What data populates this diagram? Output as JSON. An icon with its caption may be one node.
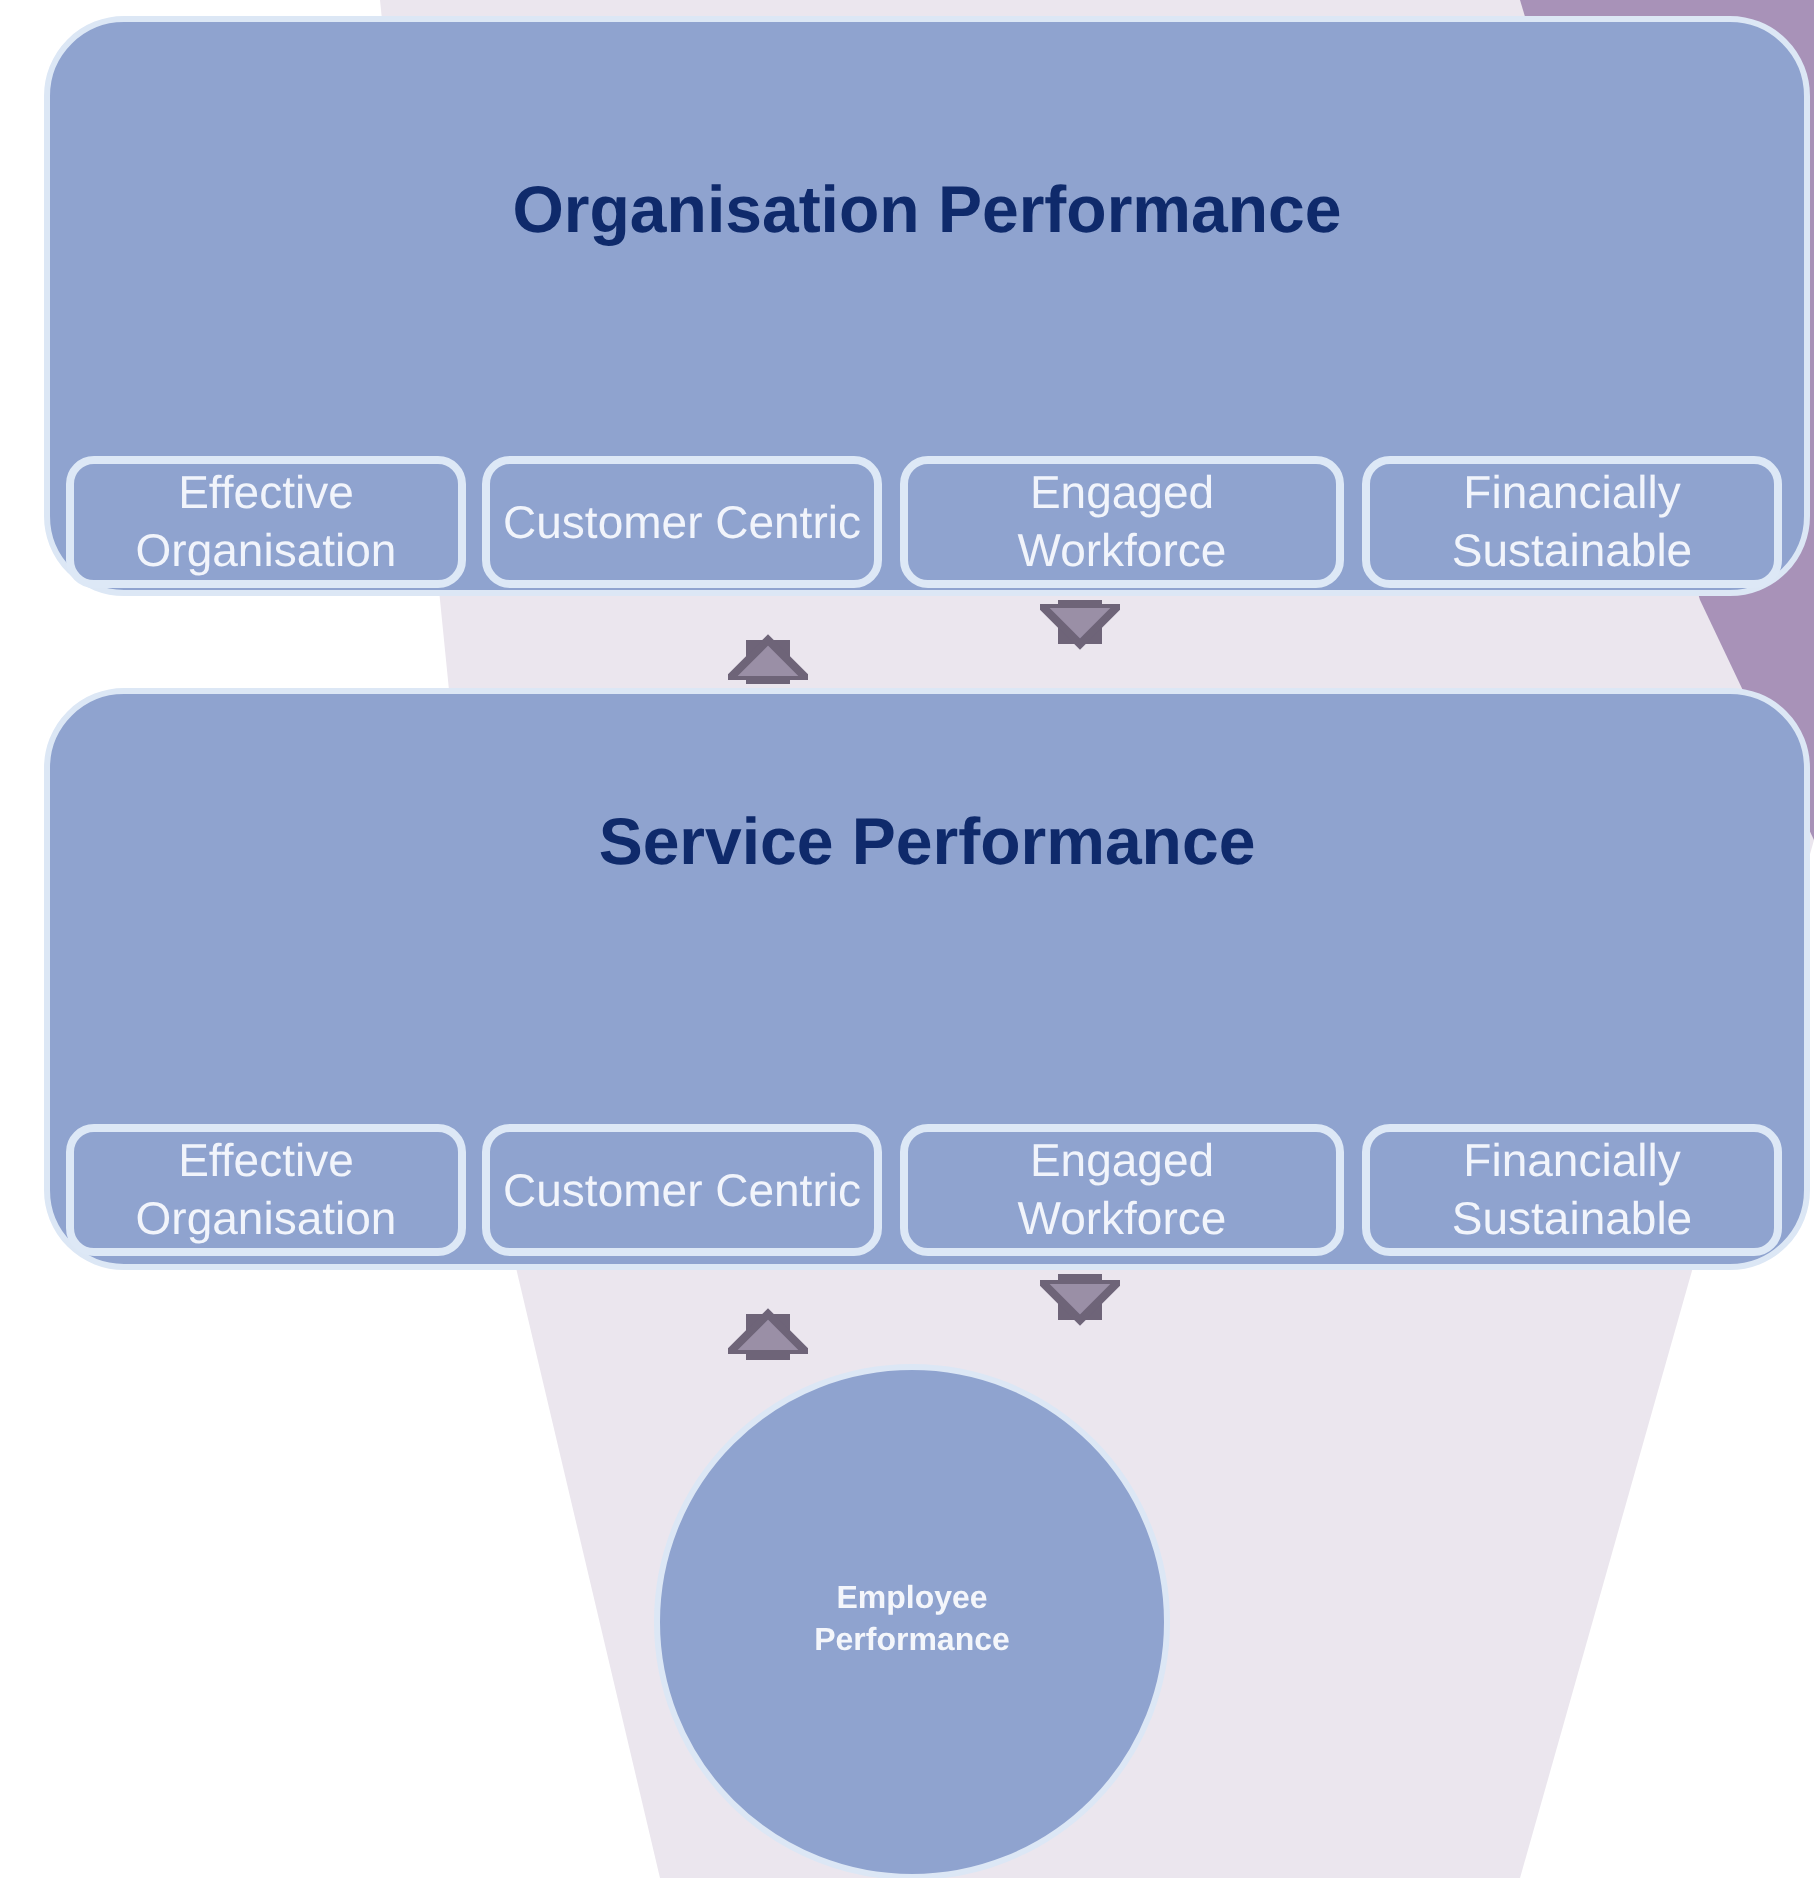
{
  "diagram": {
    "nodes": [
      {
        "text": [
          "Organisation Performance"
        ]
      },
      {
        "text": [
          "Effective Organisation"
        ],
        "in": 0
      },
      {
        "text": [
          "Customer Centric"
        ],
        "in": 0
      },
      {
        "text": [
          "Engaged Workforce"
        ],
        "in": 0
      },
      {
        "text": [
          "Financially Sustainable"
        ],
        "in": 0
      },
      {
        "text": [
          "Service Performance"
        ]
      },
      {
        "text": [
          "Effective Organisation"
        ],
        "in": 5
      },
      {
        "text": [
          "Customer Centric"
        ],
        "in": 5
      },
      {
        "text": [
          "Engaged Workforce"
        ],
        "in": 5
      },
      {
        "text": [
          "Financially Sustainable"
        ],
        "in": 5
      },
      {
        "text": [
          "Employee Performance"
        ]
      }
    ],
    "edges": [
      {
        "from": 5,
        "to": 0,
        "arrow": "to"
      },
      {
        "from": 0,
        "to": 5,
        "arrow": "to"
      },
      {
        "from": 10,
        "to": 5,
        "arrow": "to"
      },
      {
        "from": 5,
        "to": 10,
        "arrow": "to"
      }
    ]
  }
}
